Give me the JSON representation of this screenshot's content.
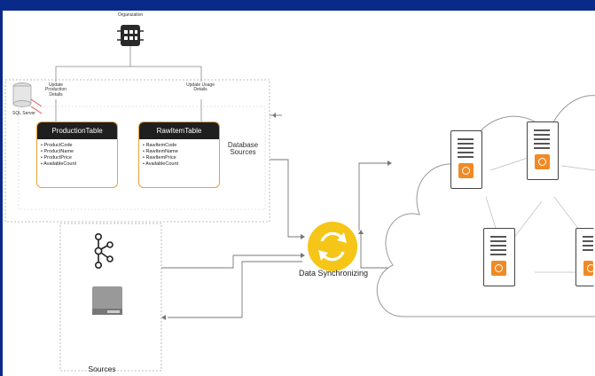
{
  "organization": {
    "label": "Organization"
  },
  "sql_server": {
    "label": "SQL Server"
  },
  "flows": {
    "update_production": "Update Production Details",
    "update_usage": "Update Usage Details"
  },
  "tables": [
    {
      "title": "ProductionTable",
      "fields": [
        "• ProductCode",
        "• ProductName",
        "• ProductPrice",
        "• AvailableCount"
      ]
    },
    {
      "title": "RawItemTable",
      "fields": [
        "• RawItemCode",
        "• RawItemName",
        "• RawItemPrice",
        "• AvailableCount"
      ]
    }
  ],
  "database_sources": {
    "label": "Database Sources"
  },
  "sync": {
    "label": "Data Synchronizing"
  },
  "sources": {
    "label": "Sources"
  },
  "colors": {
    "frame": "#0a2a8a",
    "accent": "#f5c518",
    "server": "#f08a24",
    "table_head": "#1f1f1f",
    "table_border": "#e8a23a"
  }
}
